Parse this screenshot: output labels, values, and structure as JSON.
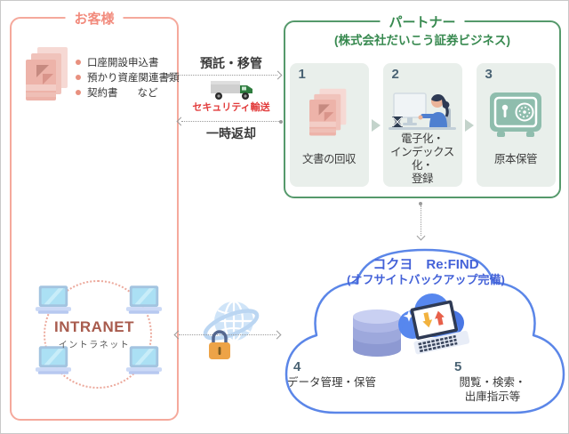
{
  "customer": {
    "title": "お客様",
    "documents": [
      "口座開設申込書",
      "預かり資産関連書類",
      "契約書"
    ],
    "documents_note": "など",
    "intranet": {
      "title": "INTRANET",
      "subtitle": "イントラネット"
    }
  },
  "transport": {
    "deposit_label": "預託・移管",
    "security_label": "セキュリティ輸送",
    "return_label": "一時返却"
  },
  "partner": {
    "title": "パートナー",
    "subtitle": "(株式会社だいこう証券ビジネス)",
    "steps": [
      {
        "number": "1",
        "label": "文書の回収",
        "icon": "document-stack-icon"
      },
      {
        "number": "2",
        "label": "電子化・\nインデックス化・\n登録",
        "icon": "scanning-operator-icon"
      },
      {
        "number": "3",
        "label": "原本保管",
        "icon": "safe-icon"
      }
    ]
  },
  "cloud": {
    "title": "コクヨ　Re:FIND",
    "subtitle": "(オフサイトバックアップ完備)",
    "steps": [
      {
        "number": "4",
        "label": "データ管理・保管",
        "icon": "database-icon"
      },
      {
        "number": "5",
        "label": "閲覧・検索・\n出庫指示等",
        "icon": "cloud-laptop-icon"
      }
    ]
  },
  "icons": {
    "customer_documents": "document-stack-icon",
    "transport_vehicle": "truck-icon",
    "intranet_terminal": "laptop-icon",
    "secure_internet": "globe-icon",
    "security": "lock-icon",
    "storage": "database-icon",
    "step_separator": "chevron-right-icon"
  },
  "colors": {
    "customer_accent": "#F5A99C",
    "customer_title": "#F28B7D",
    "partner_accent": "#55996B",
    "partner_title": "#37894F",
    "cloud_accent": "#5B86E8",
    "cloud_title": "#4462D8",
    "security_text": "#E23B3B",
    "intranet_text": "#A85B4D",
    "step_number": "#4A6374",
    "step_card_bg": "#E9EFEB"
  }
}
